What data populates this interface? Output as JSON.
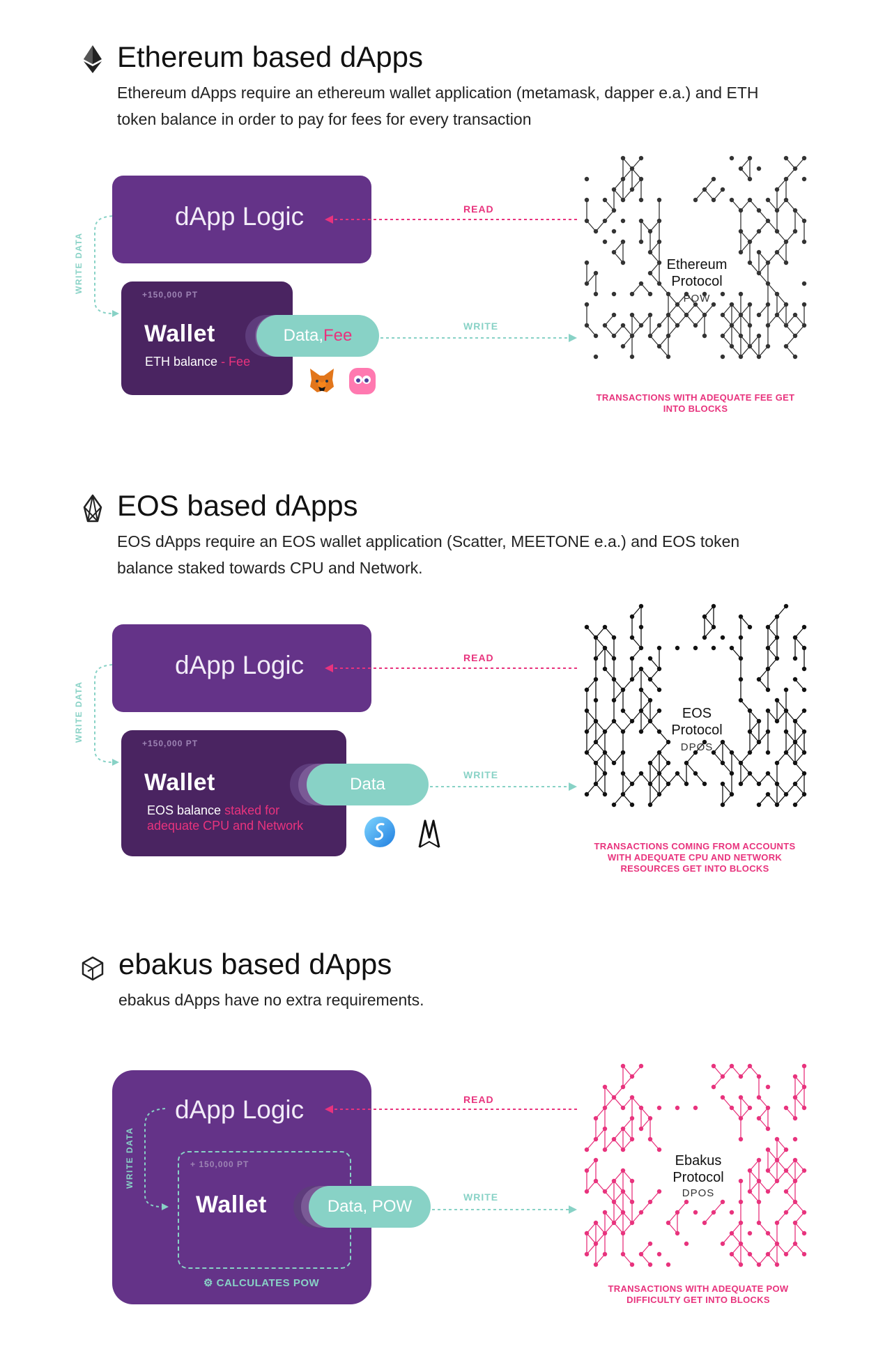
{
  "sections": [
    {
      "title": "Ethereum based dApps",
      "description": "Ethereum dApps require an ethereum wallet application (metamask, dapper e.a.) and ETH token balance in order to pay for fees for every transaction",
      "icon": "ethereum-icon",
      "logic_label": "dApp Logic",
      "side_label": "WRITE DATA",
      "read_label": "READ",
      "write_label": "WRITE",
      "wallet": {
        "points": "+150,000 PT",
        "title": "Wallet",
        "balance_text": "ETH balance",
        "balance_highlight": " - Fee"
      },
      "pill": {
        "text": "Data, ",
        "highlight": "Fee"
      },
      "wallet_apps": [
        "metamask-icon",
        "dapper-icon"
      ],
      "protocol": {
        "name_line1": "Ethereum",
        "name_line2": "Protocol",
        "consensus": "POW"
      },
      "caption": "TRANSACTIONS WITH ADEQUATE FEE GET INTO BLOCKS"
    },
    {
      "title": "EOS based dApps",
      "description": "EOS dApps require an EOS wallet application (Scatter, MEETONE e.a.) and EOS token balance staked towards CPU and Network.",
      "icon": "eos-icon",
      "logic_label": "dApp Logic",
      "side_label": "WRITE DATA",
      "read_label": "READ",
      "write_label": "WRITE",
      "wallet": {
        "points": "+150,000 PT",
        "title": "Wallet",
        "balance_text": "EOS balance",
        "balance_highlight": " staked for adequate CPU and Network"
      },
      "pill": {
        "text": "Data",
        "highlight": ""
      },
      "wallet_apps": [
        "scatter-icon",
        "meetone-icon"
      ],
      "protocol": {
        "name_line1": "EOS",
        "name_line2": "Protocol",
        "consensus": "DPOS"
      },
      "caption": "TRANSACTIONS COMING FROM ACCOUNTS WITH ADEQUATE CPU AND NETWORK RESOURCES GET INTO BLOCKS"
    },
    {
      "title": "ebakus based dApps",
      "description": "ebakus dApps have no extra requirements.",
      "icon": "ebakus-icon",
      "logic_label": "dApp Logic",
      "side_label": "WRITE DATA",
      "read_label": "READ",
      "write_label": "WRITE",
      "wallet": {
        "points": "+ 150,000 PT",
        "title": "Wallet",
        "pow_label": "CALCULATES POW"
      },
      "pill": {
        "text": "Data, POW",
        "highlight": ""
      },
      "protocol": {
        "name_line1": "Ebakus",
        "name_line2": "Protocol",
        "consensus": "DPOS"
      },
      "caption": "TRANSACTIONS WITH ADEQUATE POW DIFFICULTY GET INTO BLOCKS"
    }
  ],
  "colors": {
    "purple_logic": "#643388",
    "purple_wallet": "#4a2461",
    "teal": "#88d2c6",
    "pink": "#e8337d",
    "network_dark": "#333333"
  }
}
